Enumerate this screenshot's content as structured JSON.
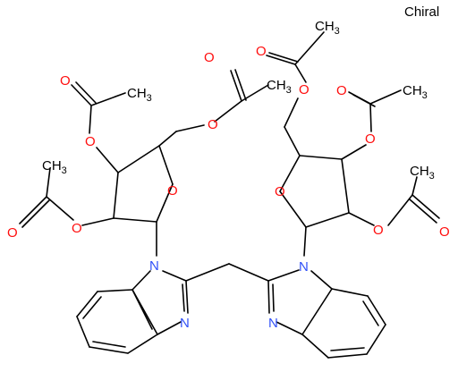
{
  "chiral_label": "Chiral",
  "atom_labels": {
    "O": "O",
    "N": "N",
    "CH": "CH",
    "sub3": "3"
  },
  "colors": {
    "oxygen": "#ff0d0d",
    "nitrogen": "#3050f8",
    "bond": "#000000"
  }
}
